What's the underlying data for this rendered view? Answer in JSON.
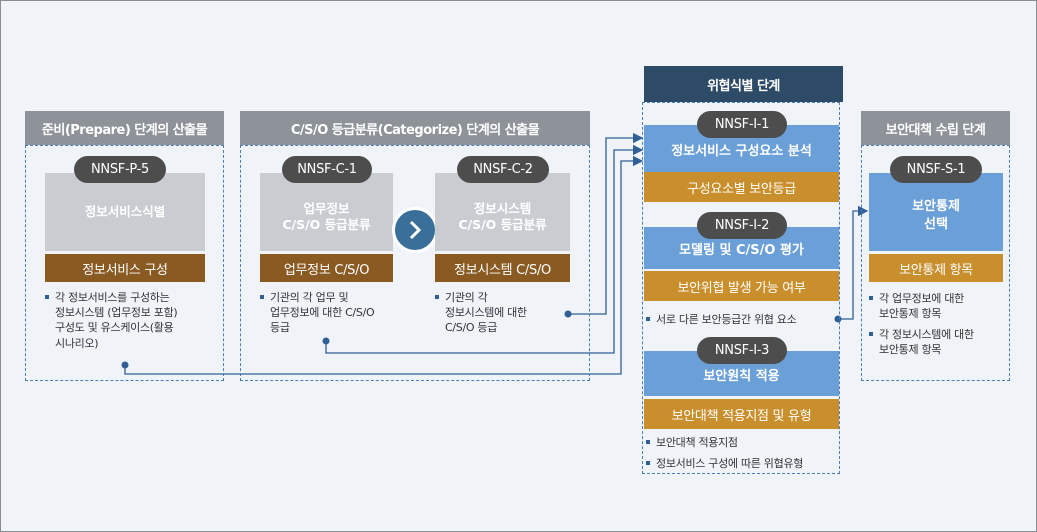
{
  "phases": {
    "prepare": {
      "header": "준비(Prepare) 단계의 산출물"
    },
    "categorize": {
      "header": "C/S/O 등급분류(Categorize) 단계의 산출물"
    },
    "identify": {
      "header": "위협식별 단계"
    },
    "select": {
      "header": "보안대책 수립 단계"
    }
  },
  "prepare": {
    "pill": "NNSF-P-5",
    "gray": "정보서비스식별",
    "brown": "정보서비스 구성",
    "bullet": [
      "각 정보서비스를 구성하는",
      "정보시스템 (업무정보 포함)",
      "구성도 및 유스케이스(활용",
      "시나리오)"
    ]
  },
  "categorize": {
    "c1": {
      "pill": "NNSF-C-1",
      "gray": [
        "업무정보",
        "C/S/O 등급분류"
      ],
      "brown": "업무정보 C/S/O",
      "bullet": [
        "기관의 각 업무 및",
        "업무정보에 대한 C/S/O",
        "등급"
      ]
    },
    "c2": {
      "pill": "NNSF-C-2",
      "gray": [
        "정보시스템",
        "C/S/O 등급분류"
      ],
      "brown": "정보시스템 C/S/O",
      "bullet": [
        "기관의 각",
        "정보시스템에 대한",
        "C/S/O 등급"
      ]
    }
  },
  "identify": {
    "i1": {
      "pill": "NNSF-I-1",
      "blue": "정보서비스 구성요소 분석",
      "orange": "구성요소별 보안등급"
    },
    "i2": {
      "pill": "NNSF-I-2",
      "blue": "모델링 및 C/S/O 평가",
      "orange": "보안위협 발생 가능 여부",
      "bullet": "서로 다른 보안등급간 위협 요소"
    },
    "i3": {
      "pill": "NNSF-I-3",
      "blue": "보안원칙 적용",
      "orange": "보안대책 적용지점 및 유형",
      "bullets": [
        "보안대책 적용지점",
        "정보서비스 구성에 따른 위협유형"
      ]
    }
  },
  "select": {
    "pill": "NNSF-S-1",
    "blue": [
      "보안통제",
      "선택"
    ],
    "orange": "보안통제 항목",
    "bullets": [
      [
        "각 업무정보에 대한",
        "보안통제 항목"
      ],
      [
        "각 정보시스템에 대한",
        "보안통제 항목"
      ]
    ]
  },
  "colors": {
    "header_gray": "#8d9399",
    "header_dark": "#2d4a66",
    "brown": "#8a5a23",
    "orange": "#c98f2c",
    "blue": "#6b9fd8",
    "pill": "#4d4d4d",
    "line": "#2f5f96"
  }
}
